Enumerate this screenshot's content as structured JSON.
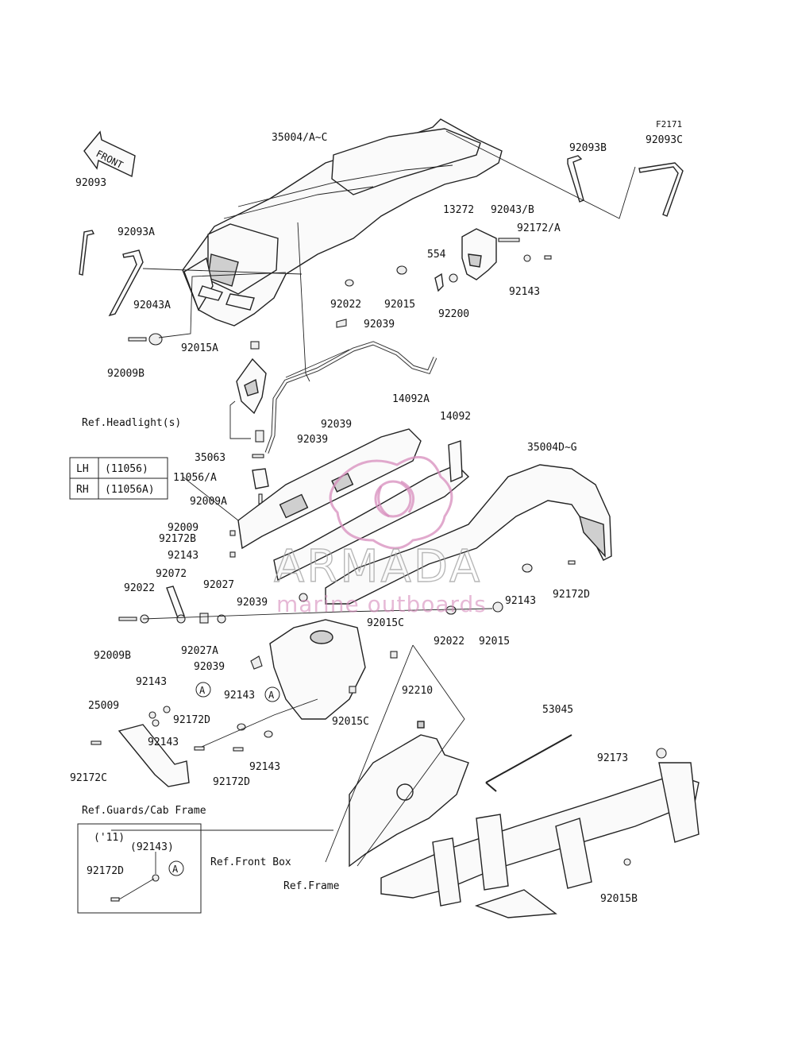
{
  "figure_code": "F2171",
  "front_arrow_label": "FRONT",
  "callouts": [
    {
      "id": "c1",
      "label": "35004/A~C"
    },
    {
      "id": "c2",
      "label": "92093B"
    },
    {
      "id": "c3",
      "label": "92093C"
    },
    {
      "id": "c4",
      "label": "92093"
    },
    {
      "id": "c5",
      "label": "92093A"
    },
    {
      "id": "c6",
      "label": "13272"
    },
    {
      "id": "c7",
      "label": "92043/B"
    },
    {
      "id": "c8",
      "label": "92172/A"
    },
    {
      "id": "c9",
      "label": "554"
    },
    {
      "id": "c10",
      "label": "92143"
    },
    {
      "id": "c11",
      "label": "92022"
    },
    {
      "id": "c12",
      "label": "92015"
    },
    {
      "id": "c13",
      "label": "92200"
    },
    {
      "id": "c14",
      "label": "92043A"
    },
    {
      "id": "c15",
      "label": "92039"
    },
    {
      "id": "c16",
      "label": "92015A"
    },
    {
      "id": "c17",
      "label": "92009B"
    },
    {
      "id": "c18",
      "label": "14092A"
    },
    {
      "id": "c19",
      "label": "14092"
    },
    {
      "id": "c20",
      "label": "Ref.Headlight(s)"
    },
    {
      "id": "c21",
      "label": "92039"
    },
    {
      "id": "c22",
      "label": "92039"
    },
    {
      "id": "c23",
      "label": "35004D~G"
    },
    {
      "id": "c24",
      "label": "35063"
    },
    {
      "id": "c25",
      "label": "11056/A"
    },
    {
      "id": "c26",
      "label": "92009A"
    },
    {
      "id": "c27",
      "label": "92009"
    },
    {
      "id": "c28",
      "label": "92172B"
    },
    {
      "id": "c29",
      "label": "92143"
    },
    {
      "id": "c30",
      "label": "92072"
    },
    {
      "id": "c31",
      "label": "92022"
    },
    {
      "id": "c32",
      "label": "92027"
    },
    {
      "id": "c33",
      "label": "92039"
    },
    {
      "id": "c34",
      "label": "92143"
    },
    {
      "id": "c35",
      "label": "92172D"
    },
    {
      "id": "c36",
      "label": "92027A"
    },
    {
      "id": "c37",
      "label": "92015C"
    },
    {
      "id": "c38",
      "label": "92022"
    },
    {
      "id": "c39",
      "label": "92015"
    },
    {
      "id": "c40",
      "label": "92009B"
    },
    {
      "id": "c41",
      "label": "92039"
    },
    {
      "id": "c42",
      "label": "92210"
    },
    {
      "id": "c43",
      "label": "92143"
    },
    {
      "id": "c44",
      "label": "92143"
    },
    {
      "id": "c45",
      "label": "25009"
    },
    {
      "id": "c46",
      "label": "92172D"
    },
    {
      "id": "c47",
      "label": "92015C"
    },
    {
      "id": "c48",
      "label": "53045"
    },
    {
      "id": "c49",
      "label": "92143"
    },
    {
      "id": "c50",
      "label": "92143"
    },
    {
      "id": "c51",
      "label": "92172C"
    },
    {
      "id": "c52",
      "label": "92172D"
    },
    {
      "id": "c53",
      "label": "92173"
    },
    {
      "id": "c54",
      "label": "Ref.Guards/Cab Frame"
    },
    {
      "id": "c55",
      "label": "Ref.Front Box"
    },
    {
      "id": "c56",
      "label": "Ref.Frame"
    },
    {
      "id": "c57",
      "label": "92015B"
    },
    {
      "id": "c58",
      "label": "92172D"
    }
  ],
  "side_table": {
    "rows": [
      {
        "side": "LH",
        "part": "(11056)"
      },
      {
        "side": "RH",
        "part": "(11056A)"
      }
    ]
  },
  "inset": {
    "year": "('11)",
    "part_ref": "(92143)",
    "marker": "A"
  },
  "markers": [
    "A",
    "A",
    "A"
  ],
  "watermark": {
    "brand": "ARMADA",
    "tagline": "marine outboards"
  }
}
